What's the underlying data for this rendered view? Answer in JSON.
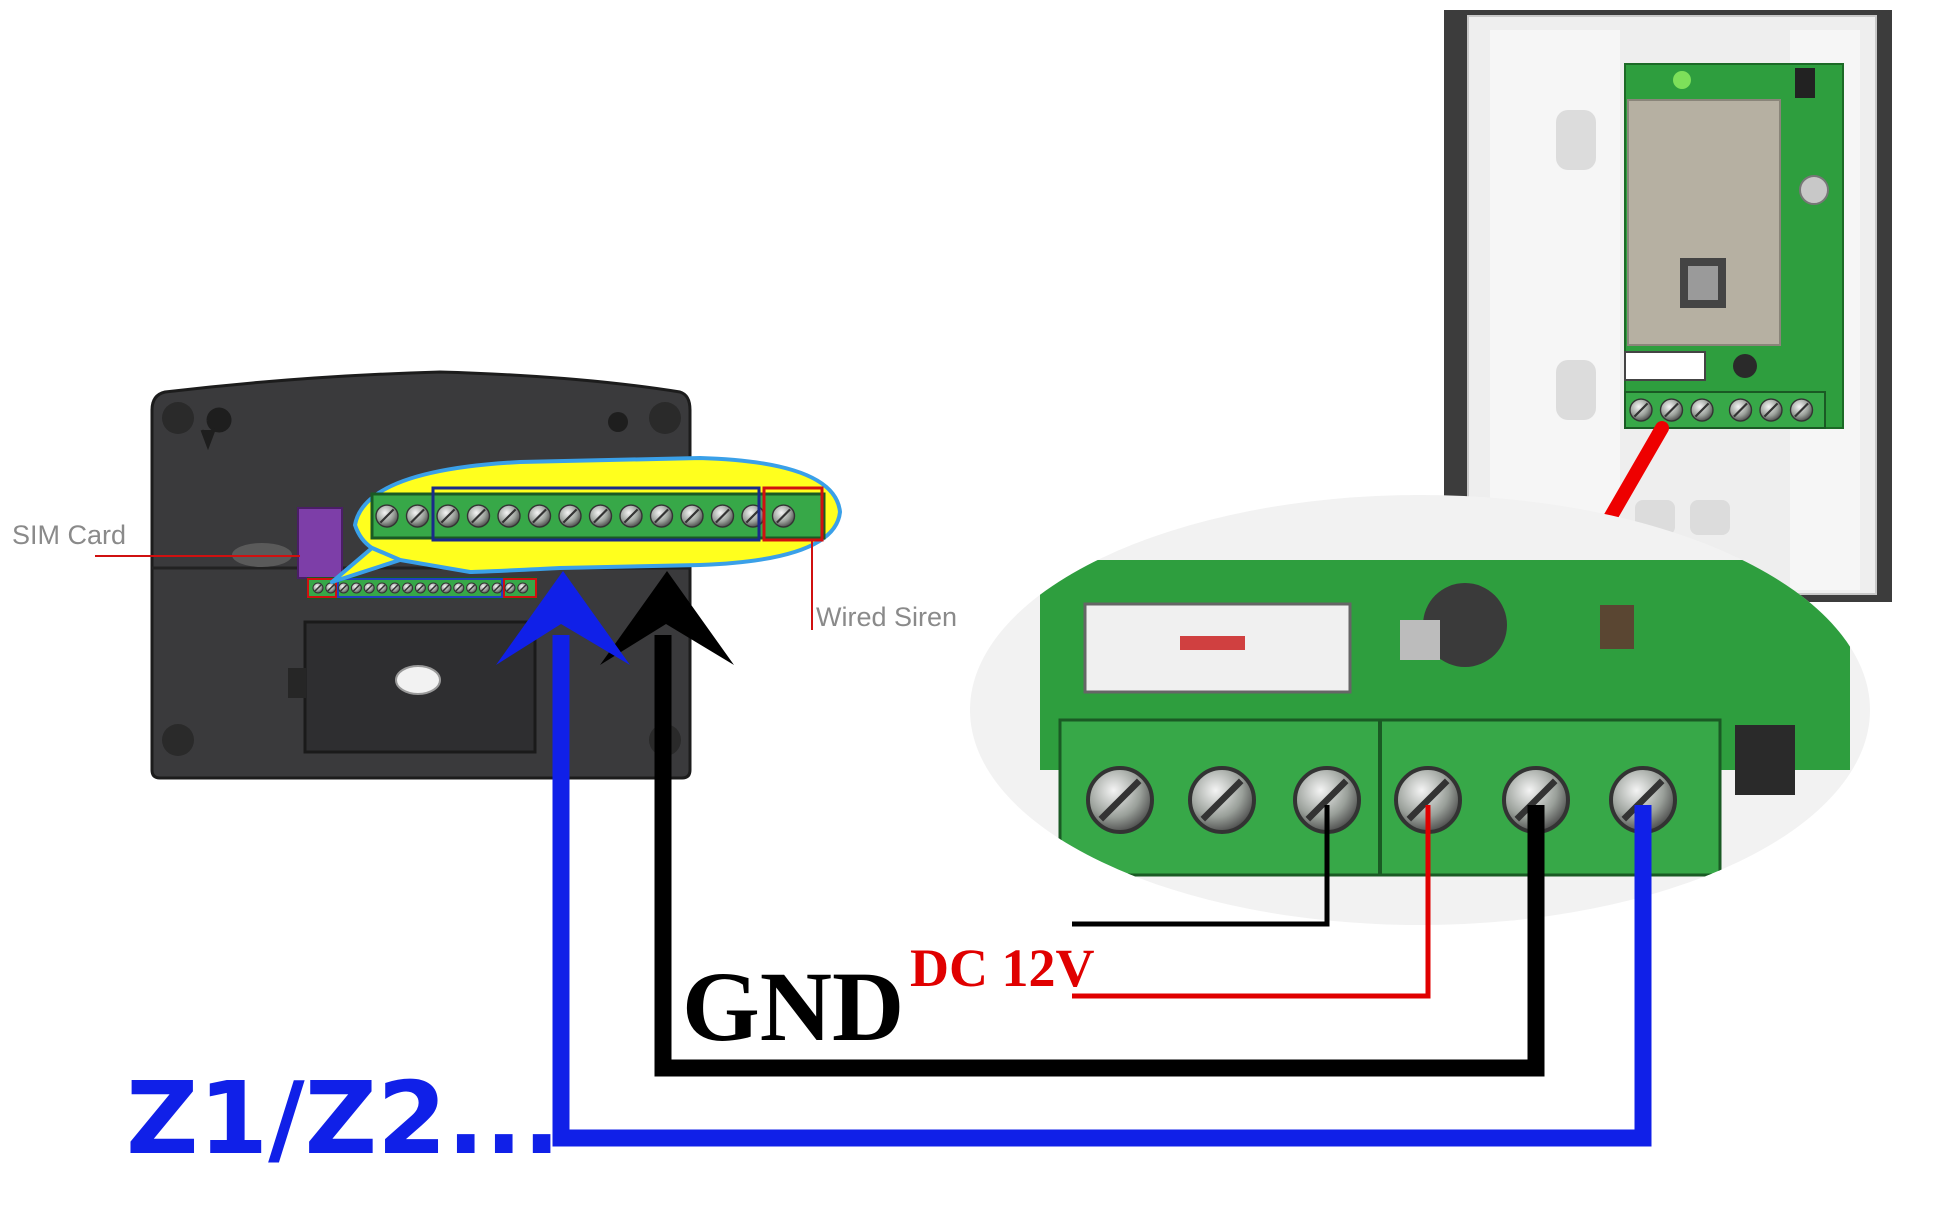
{
  "labels": {
    "sim_card": "SIM Card",
    "wired_siren": "Wired Siren",
    "dc_12v": "DC 12V",
    "gnd": "GND",
    "zones": "Z1/Z2..."
  },
  "components": {
    "alarm_panel": {
      "terminal_count_top": 14,
      "terminal_count_bottom": 17
    },
    "detector": {
      "terminal_count": 6
    }
  },
  "colors": {
    "zone_wire": "#1020e8",
    "gnd_wire": "#000000",
    "power_wire": "#e00000",
    "callout_fill": "#ffff1e",
    "pcb_green": "#2e9e3e",
    "panel_body": "#3a3a3c"
  }
}
